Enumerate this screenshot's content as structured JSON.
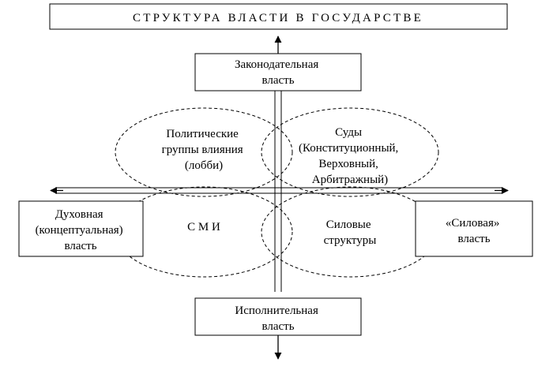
{
  "title": "СТРУКТУРА ВЛАСТИ В ГОСУДАРСТВЕ",
  "boxes": {
    "legislative": [
      "Законодательная",
      "власть"
    ],
    "executive": [
      "Исполнительная",
      "власть"
    ],
    "spiritual": [
      "Духовная",
      "(концептуальная)",
      "власть"
    ],
    "force": [
      "«Силовая»",
      "власть"
    ]
  },
  "ellipses": {
    "lobby": [
      "Политические",
      "группы влияния",
      "(лобби)"
    ],
    "courts": [
      "Суды",
      "(Конституционный,",
      "Верховный,",
      "Арбитражный)"
    ],
    "media": [
      "С М И"
    ],
    "security": [
      "Силовые",
      "структуры"
    ]
  },
  "colors": {
    "line": "#000000",
    "background": "#ffffff"
  }
}
